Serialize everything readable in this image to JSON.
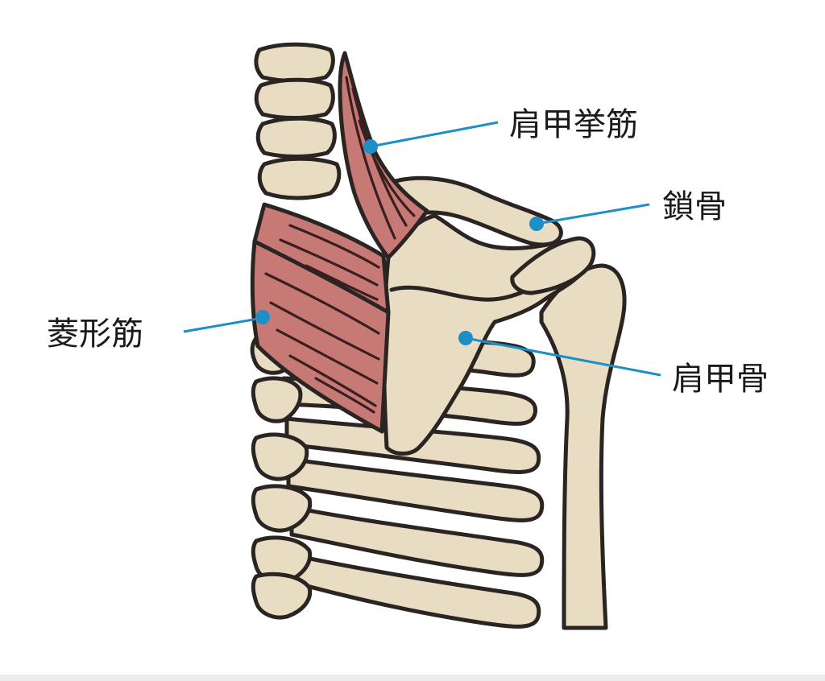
{
  "diagram": {
    "labels": {
      "levator_scapulae": "肩甲挙筋",
      "clavicle": "鎖骨",
      "rhomboid": "菱形筋",
      "scapula": "肩甲骨"
    },
    "colors": {
      "bone": "#e8dcc3",
      "muscle": "#c77976",
      "outline": "#2a2522",
      "leader": "#1e8ec6",
      "dot": "#1e8ec6"
    }
  }
}
